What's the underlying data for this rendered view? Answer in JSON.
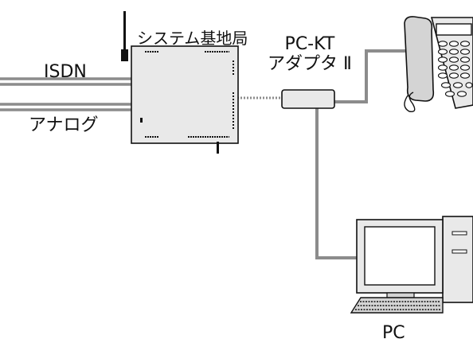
{
  "labels": {
    "isdn": "ISDN",
    "analog": "アナログ",
    "base_station": "システム基地局",
    "adapter_line1": "PC-KT",
    "adapter_line2": "アダプタ Ⅱ",
    "pc": "PC"
  },
  "colors": {
    "line_gray": "#8c8c8c",
    "ink": "#111111",
    "device_fill": "#e9e9e9",
    "background": "#ffffff"
  },
  "icons": {
    "base_station": "base-station-icon",
    "adapter": "adapter-box-icon",
    "telephone": "telephone-icon",
    "computer": "computer-icon"
  }
}
